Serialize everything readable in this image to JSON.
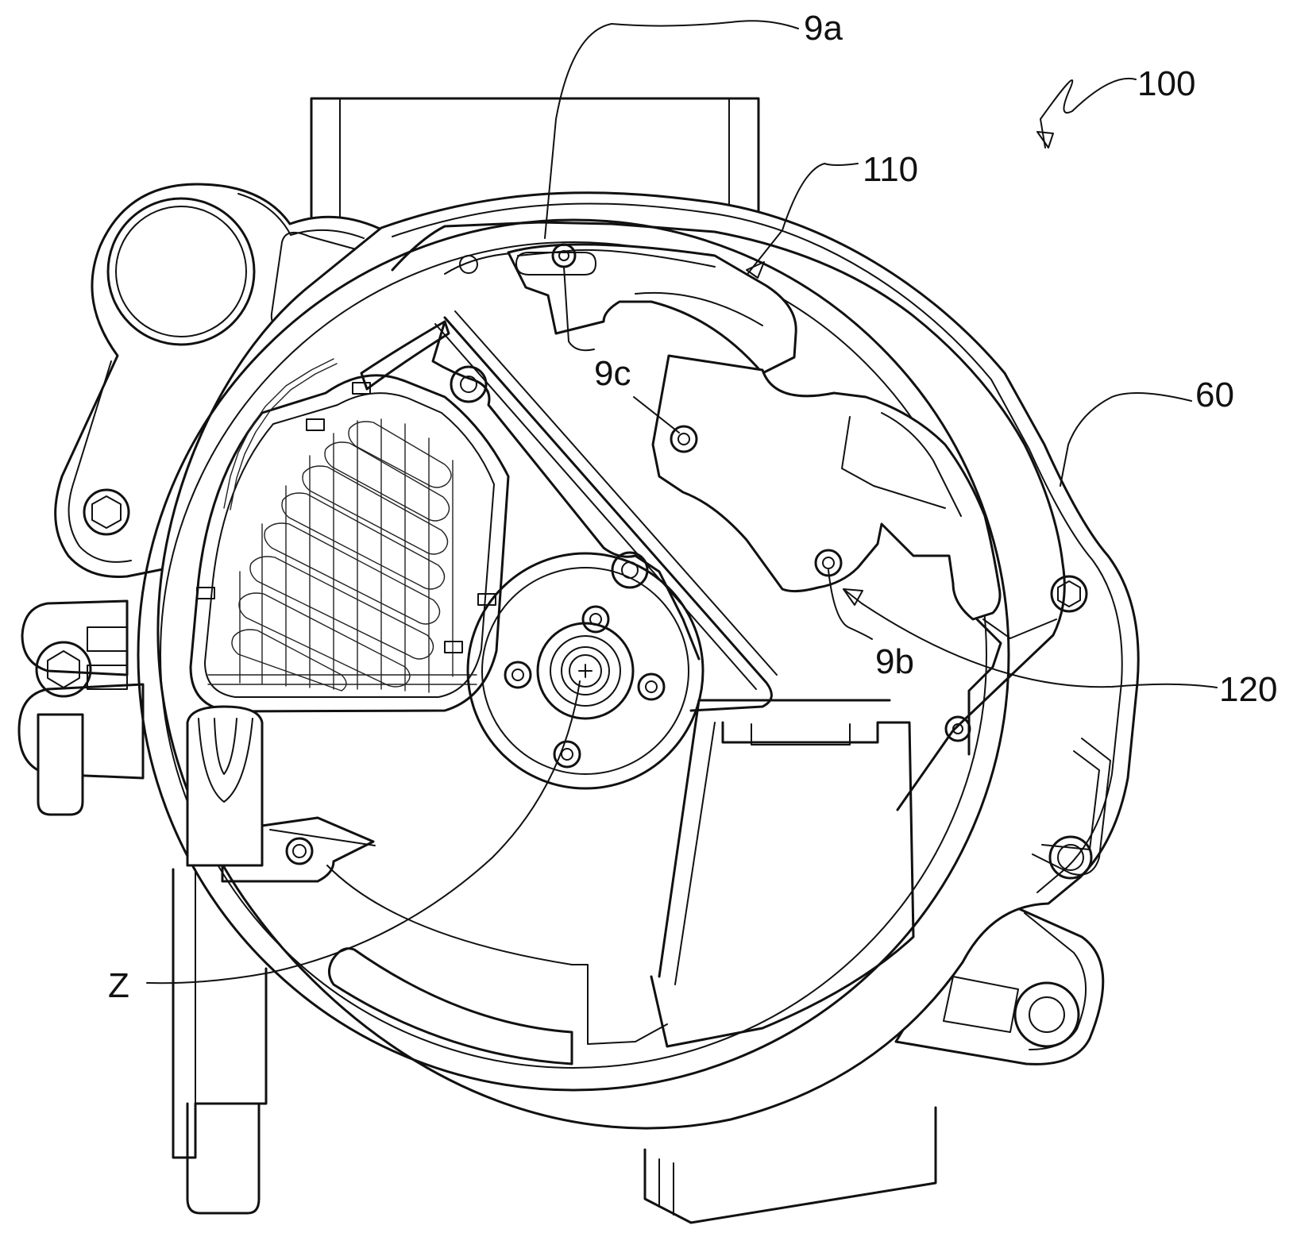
{
  "figure": {
    "labels": {
      "assembly": "100",
      "part_110": "110",
      "part_60": "60",
      "part_120": "120",
      "ref_9a": "9a",
      "ref_9b": "9b",
      "ref_9c": "9c",
      "axis_z": "Z"
    }
  }
}
